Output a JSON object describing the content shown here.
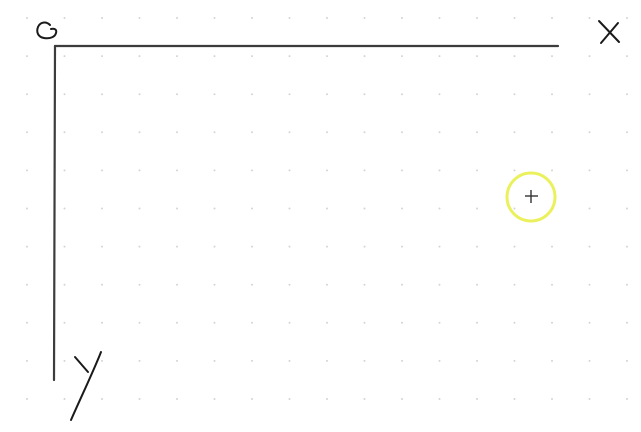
{
  "canvas": {
    "background_color": "#ffffff",
    "grid_style": "dotted",
    "grid_dot_color": "#d4d4d4"
  },
  "axes": {
    "stroke_color": "#3c3c3c",
    "origin_label": "O",
    "x_label": "X",
    "y_label": "Y",
    "label_color": "#1a1a1a"
  },
  "cursor": {
    "type": "crosshair",
    "highlight_color": "#e8ef4a",
    "crosshair_color": "#333333"
  }
}
